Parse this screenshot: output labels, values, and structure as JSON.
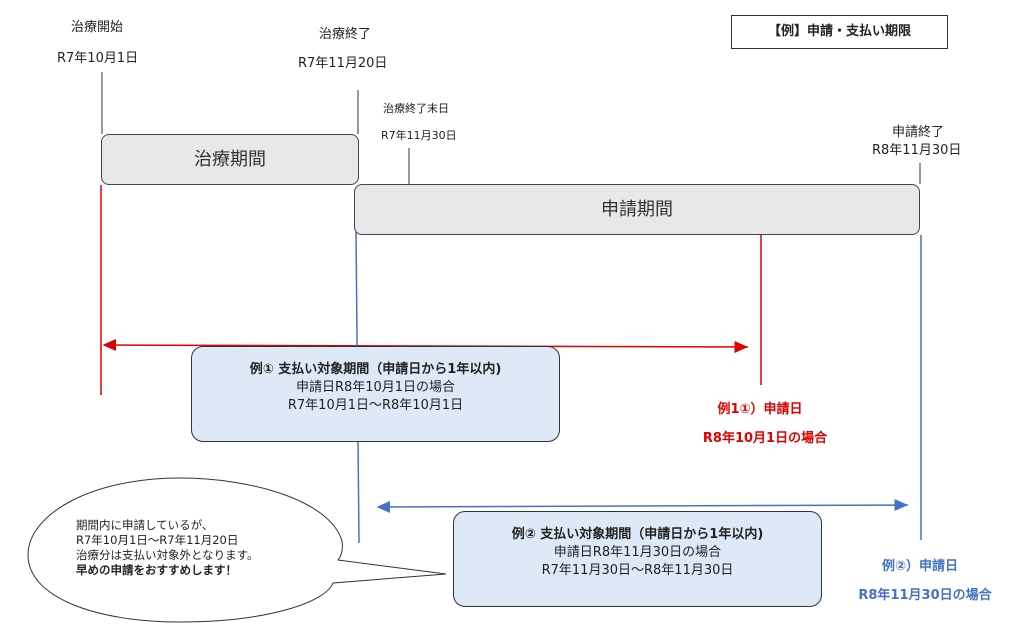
{
  "title": "【例】申請・支払い期限",
  "treatment_start": {
    "label": "治療開始",
    "date": "R7年10月1日"
  },
  "treatment_end": {
    "label": "治療終了",
    "date": "R7年11月20日"
  },
  "treatment_month_end": {
    "label": "治療終了末日",
    "date": "R7年11月30日"
  },
  "application_end": {
    "label": "申請終了",
    "date": "R8年11月30日"
  },
  "treatment_period_label": "治療期間",
  "application_period_label": "申請期間",
  "example1": {
    "heading": "例① 支払い対象期間（申請日から1年以内)",
    "line1": "申請日R8年10月1日の場合",
    "line2": "R7年10月1日～R8年10月1日",
    "marker_title": "例1①）申請日",
    "marker_date": "R8年10月1日の場合"
  },
  "example2": {
    "heading": "例② 支払い対象期間（申請日から1年以内)",
    "line1": "申請日R8年11月30日の場合",
    "line2": "R7年11月30日～R8年11月30日",
    "marker_title": "例②）申請日",
    "marker_date": "R8年11月30日の場合"
  },
  "bubble": {
    "line1": "期間内に申請しているが、",
    "line2": "R7年10月1日～R7年11月20日",
    "line3": "治療分は支払い対象外となります。",
    "line4": "早めの申請をおすすめします！"
  },
  "colors": {
    "red": "#e00000",
    "blue": "#4472c4",
    "box_gray": "#e8e8e8",
    "box_blue": "#dde9f6"
  }
}
